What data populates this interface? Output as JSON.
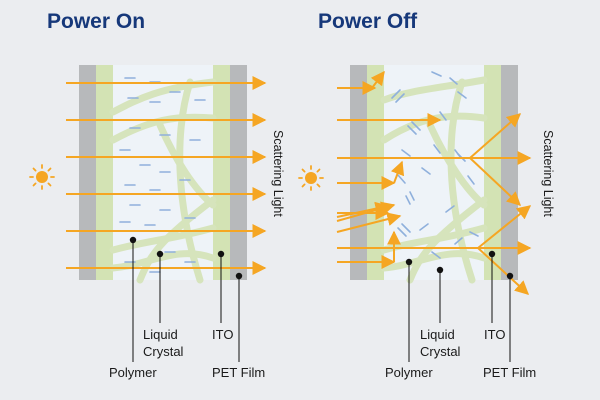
{
  "panels": {
    "on": {
      "title": "Power On"
    },
    "off": {
      "title": "Power Off"
    }
  },
  "labels": {
    "scattering_light": "Scattering Light",
    "liquid": "Liquid",
    "crystal": "Crystal",
    "ito": "ITO",
    "polymer": "Polymer",
    "pet_film": "PET Film"
  },
  "icons": {
    "light_source": "sun-icon"
  },
  "colors": {
    "light_ray": "#f5a623",
    "pet_film": "#b7b9bb",
    "ito": "#d3e3b4",
    "polymer": "#d6e4bc",
    "cell_bg": "#eef3f8",
    "liquid_crystal": "#8fb0dc",
    "title": "#16387a",
    "background": "#ebedf0"
  }
}
